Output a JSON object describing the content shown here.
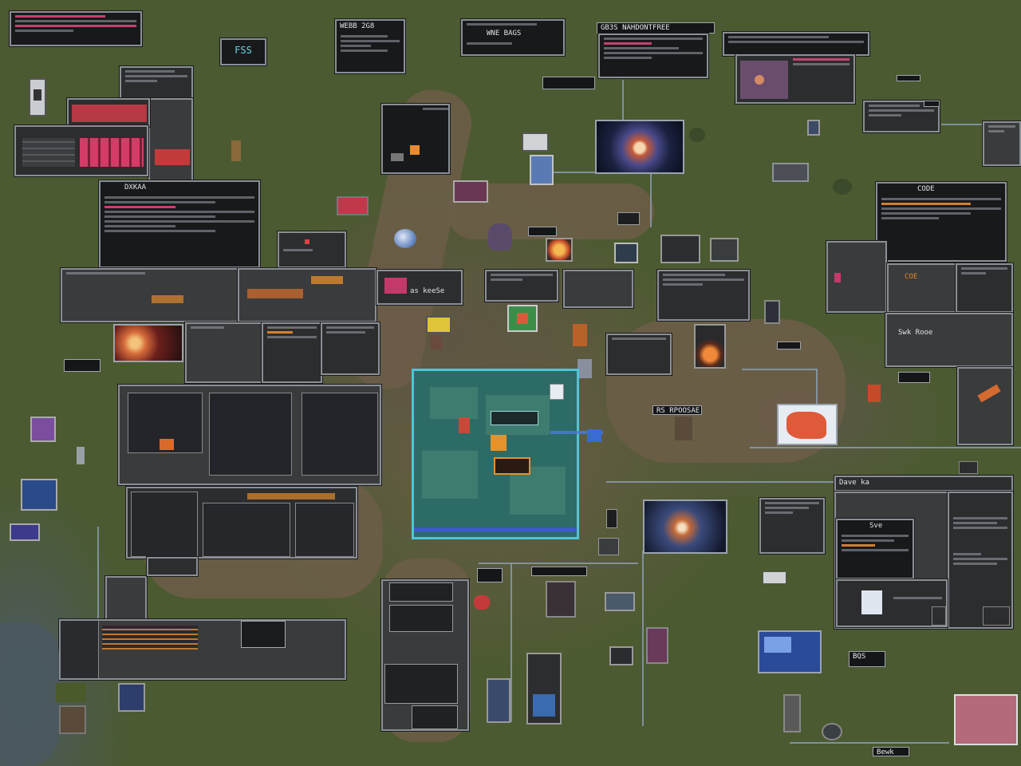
{
  "view": {
    "background_color": "#4b5a30",
    "ground_color": "#6a5c48",
    "panel_color": "#2c2d2f",
    "panel_border_color": "#8a8f96",
    "map_water_color": "#2d6b66",
    "map_border_color": "#4dc6d8"
  },
  "labels": {
    "top_center_sign": "WEBB 2G8",
    "top_mid_sign": "WNE BAGS",
    "top_right_sign": "GB3S NAHDONTFREE",
    "top_left_small": "FSS",
    "center_left_sign": "DXKAA",
    "center_sign": "as keeSe",
    "right_top_small": "CODE",
    "right_sign": "COE",
    "right_mid_sign": "Swk Rooe",
    "center_right_small": "RS RPOOSAE",
    "bottom_right_header": "Dave ka",
    "bottom_right_sign": "Sve",
    "bottom_right_small": "Bewk",
    "bottom_small_sign": "BQS"
  },
  "icons": [
    "orb-icon",
    "planet-screen-icon",
    "fire-screen-icon",
    "flower-map-icon",
    "flag-icon",
    "robot-sprite-icon",
    "crate-icon"
  ]
}
